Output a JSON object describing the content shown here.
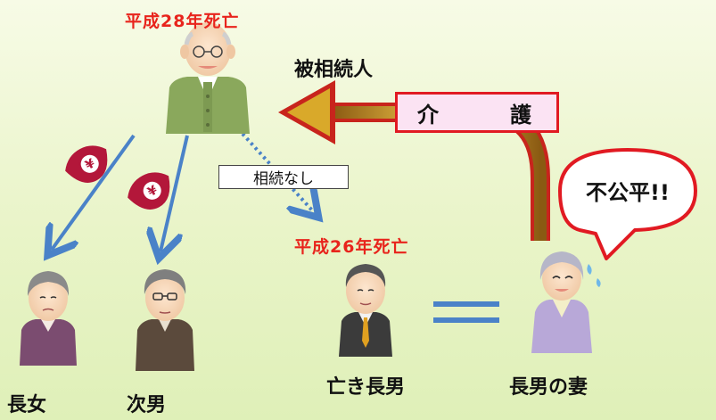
{
  "father": {
    "death_note": "平成28年死亡",
    "role_label": "被相続人"
  },
  "deceased_son": {
    "death_note": "平成26年死亡",
    "label": "亡き長男"
  },
  "care_label": "介　護",
  "no_inheritance_label": "相続なし",
  "complaint_text": "不公平!!",
  "children": {
    "eldest_daughter": "長女",
    "second_son": "次男",
    "eldest_son_wife": "長男の妻"
  },
  "colors": {
    "accent_red": "#e8241c",
    "arrow_blue": "#4a82c8",
    "care_arrow_gold": "#c89a1c",
    "money_bag": "#b3173a"
  },
  "icons": [
    "yen-money-bag-icon",
    "yen-money-bag-icon"
  ]
}
